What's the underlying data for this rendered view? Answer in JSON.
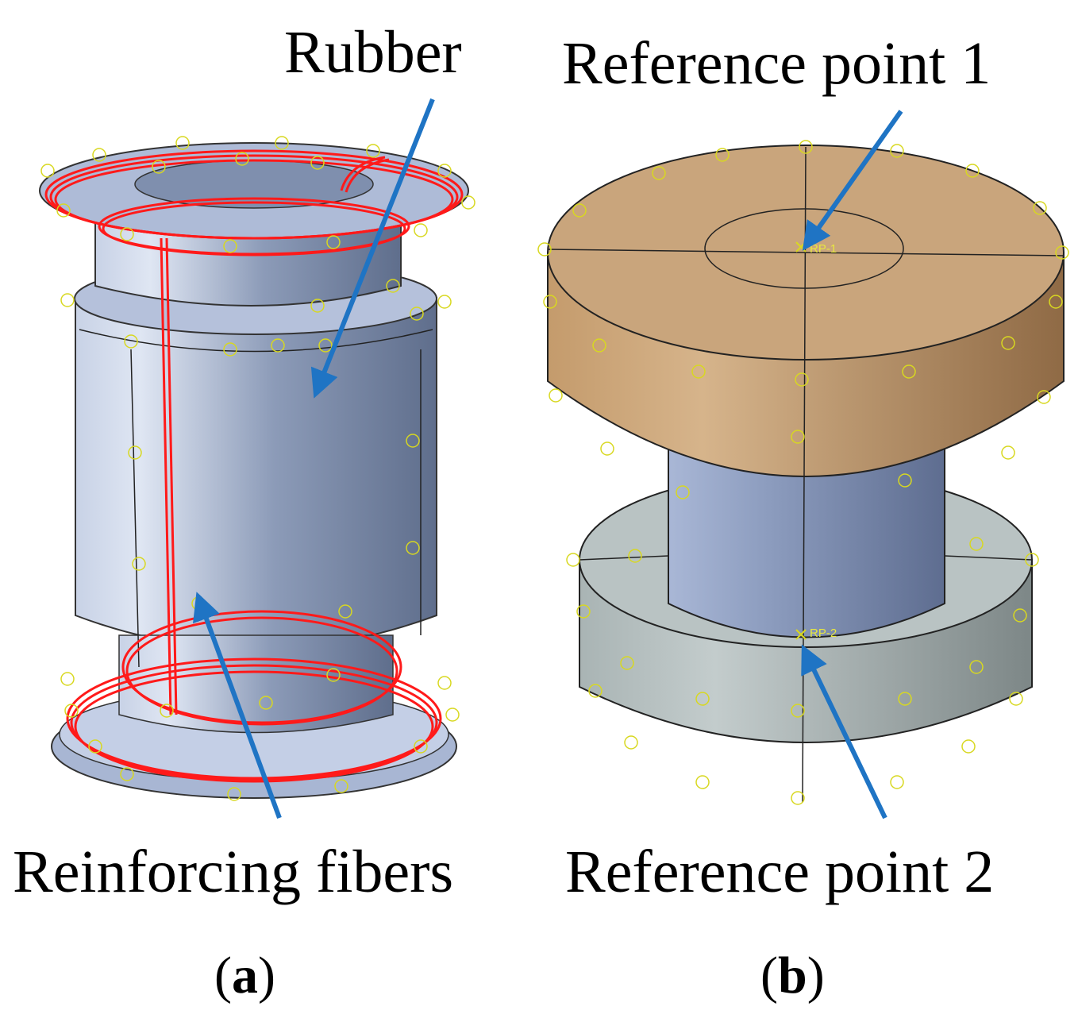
{
  "panel_a": {
    "rubber_label": "Rubber",
    "fibers_label": "Reinforcing fibers",
    "caption_open": "(",
    "caption_letter": "a",
    "caption_close": ")"
  },
  "panel_b": {
    "ref1_label": "Reference point 1",
    "ref2_label": "Reference point 2",
    "rp1_tag": "RP-1",
    "rp2_tag": "RP-2",
    "caption_open": "(",
    "caption_letter": "b",
    "caption_close": ")"
  },
  "colors": {
    "rubber": "#8fa0bd",
    "fiber": "#ff1a1a",
    "top_plate": "#c9a57c",
    "bottom_plate": "#b9c3c3",
    "arrow": "#1f74c4",
    "marker": "#d8d820"
  }
}
